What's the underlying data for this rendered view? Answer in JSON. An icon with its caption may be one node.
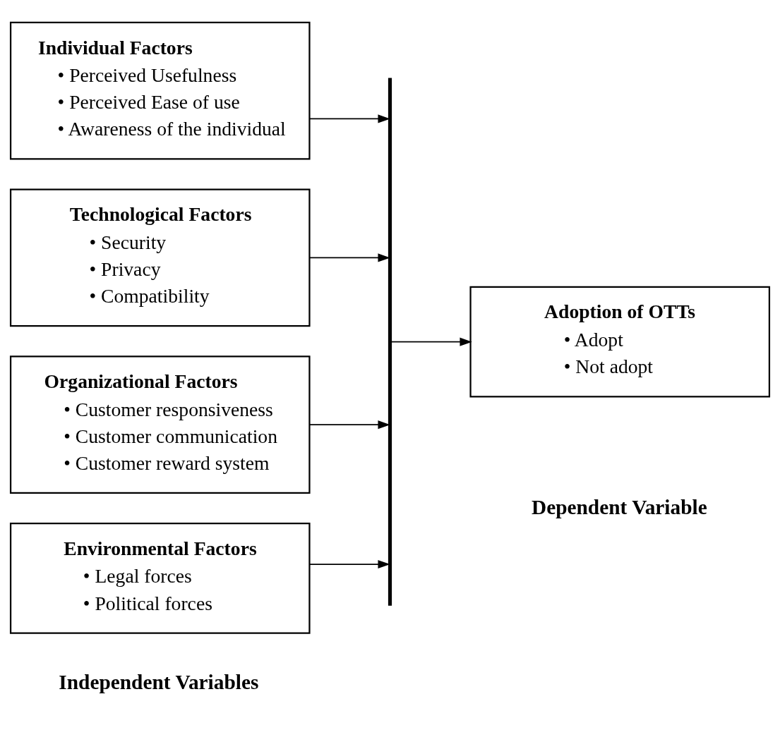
{
  "diagram": {
    "nodes": [
      {
        "text": [
          "Individual Factors",
          "• Perceived Usefulness",
          "• Perceived Ease of use",
          "• Awareness of the individual"
        ]
      },
      {
        "text": [
          "Technological Factors",
          "• Security",
          "• Privacy",
          "• Compatibility"
        ]
      },
      {
        "text": [
          "Organizational Factors",
          "• Customer responsiveness",
          "• Customer communication",
          "• Customer reward system"
        ]
      },
      {
        "text": [
          "Environmental Factors",
          "• Legal forces",
          "• Political forces"
        ]
      },
      {
        "text": [],
        "shape": "bar"
      },
      {
        "text": [
          "Adoption of OTTs",
          "• Adopt",
          "• Not adopt"
        ]
      }
    ],
    "edges": [
      {
        "from": 0,
        "to": 4,
        "arrow": "to"
      },
      {
        "from": 1,
        "to": 4,
        "arrow": "to"
      },
      {
        "from": 2,
        "to": 4,
        "arrow": "to"
      },
      {
        "from": 3,
        "to": 4,
        "arrow": "to"
      },
      {
        "from": 4,
        "to": 5,
        "arrow": "to"
      }
    ],
    "labels": [
      "Independent Variables",
      "Dependent Variable"
    ]
  }
}
